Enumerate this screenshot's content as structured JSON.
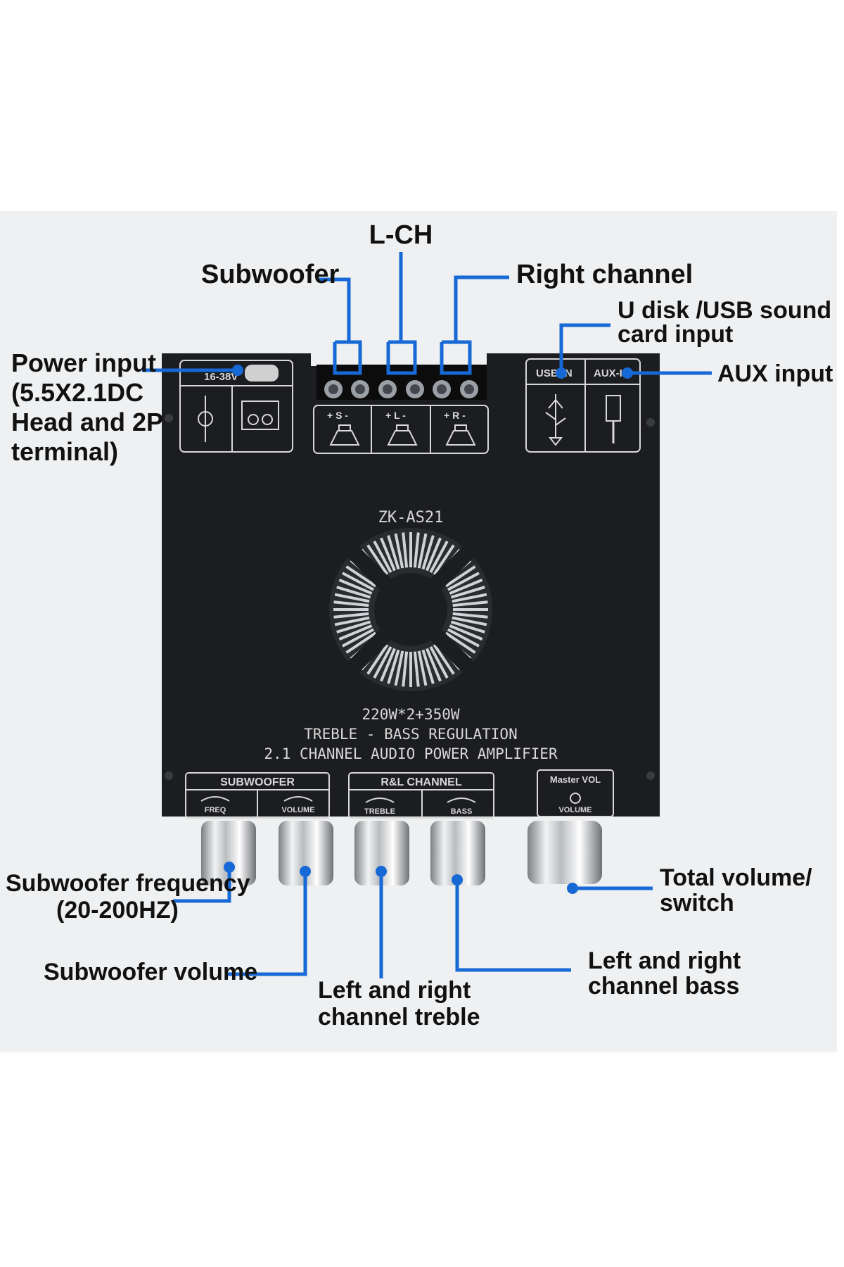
{
  "colors": {
    "accent": "#1769d6",
    "board": "#1c1d20",
    "background": "#eef0f1"
  },
  "labels": {
    "l_ch": "L-CH",
    "subwoofer": "Subwoofer",
    "right_channel": "Right channel",
    "u_disk_line1": "U disk /USB sound",
    "u_disk_line2": "card input",
    "aux_input": "AUX input",
    "power_line1": "Power input",
    "power_line2": "(5.5X2.1DC",
    "power_line3": "Head and 2P",
    "power_line4": "terminal)",
    "sub_freq_line1": "Subwoofer frequency",
    "sub_freq_line2": "(20-200HZ)",
    "sub_volume": "Subwoofer volume",
    "treble_line1": "Left and right",
    "treble_line2": "channel treble",
    "bass_line1": "Left and right",
    "bass_line2": "channel bass",
    "total_line1": "Total volume/",
    "total_line2": "switch"
  },
  "board": {
    "model": "ZK-AS21",
    "power_text": "220W*2+350W",
    "line2": "TREBLE - BASS REGULATION",
    "line3": "2.1 CHANNEL AUDIO POWER AMPLIFIER",
    "voltage": "16-38V",
    "speaker_s": "+ S -",
    "speaker_l": "+ L -",
    "speaker_r": "+ R -",
    "usb_in": "USB-IN",
    "aux_in": "AUX-IN",
    "sub_section": "SUBWOOFER",
    "freq": "FREQ",
    "volume": "VOLUME",
    "rl_section": "R&L CHANNEL",
    "treble": "TREBLE",
    "bass": "BASS",
    "master_vol": "Master VOL",
    "master_volume": "VOLUME"
  }
}
